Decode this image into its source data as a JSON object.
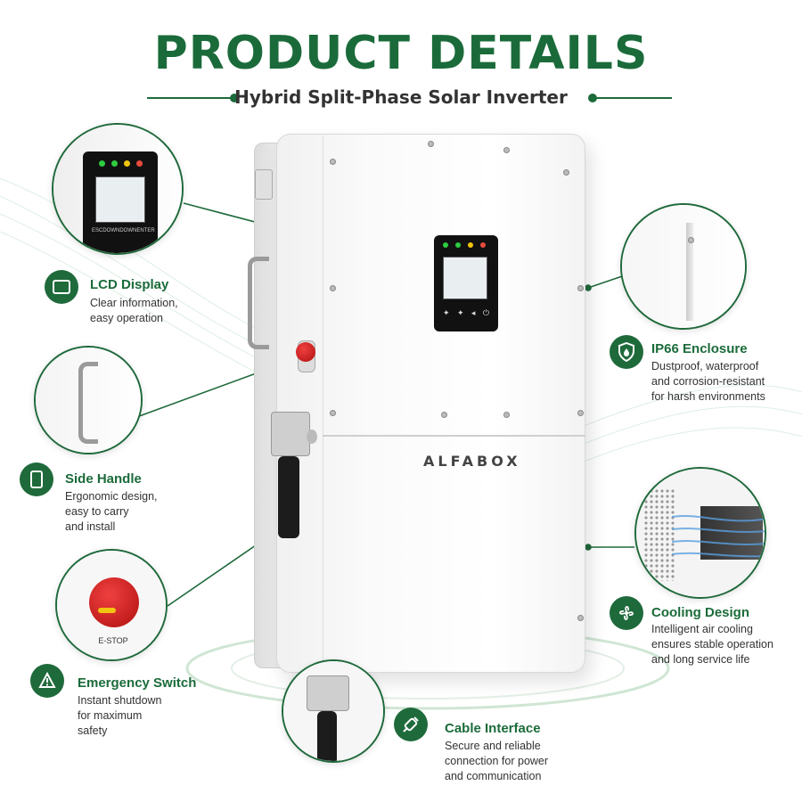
{
  "header": {
    "title": "PRODUCT DETAILS",
    "subtitle": "Hybrid Split-Phase Solar Inverter"
  },
  "brand_logo": "ALFABOX",
  "colors": {
    "accent": "#1b6b3a",
    "icon_bg": "#1f6a3b",
    "estop_red": "#d01c1c"
  },
  "features": {
    "lcd": {
      "icon": "monitor-icon",
      "title": "LCD Display",
      "desc": [
        "Clear information,",
        "easy operation"
      ]
    },
    "handle": {
      "icon": "phone-icon",
      "title": "Side Handle",
      "desc": [
        "Ergonomic design,",
        "easy to carry",
        "and install"
      ]
    },
    "estop": {
      "icon": "alert-bell-icon",
      "title": "Emergency Switch",
      "desc": [
        "Instant shutdown",
        "for maximum",
        "safety"
      ],
      "label": "E-STOP"
    },
    "ip66": {
      "icon": "shield-drop-icon",
      "title": "IP66 Enclosure",
      "desc": [
        "Dustproof, waterproof",
        "and corrosion-resistant",
        "for harsh environments"
      ]
    },
    "cooling": {
      "icon": "fan-icon",
      "title": "Cooling Design",
      "desc": [
        "Intelligent air cooling",
        "ensures stable operation",
        "and long service life"
      ]
    },
    "cable": {
      "icon": "plug-icon",
      "title": "Cable Interface",
      "desc": [
        "Secure and reliable",
        "connection for power",
        "and communication"
      ]
    }
  },
  "display_panel": {
    "button_labels": [
      "ESC",
      "DOWN",
      "DOWN",
      "ENTER"
    ]
  }
}
